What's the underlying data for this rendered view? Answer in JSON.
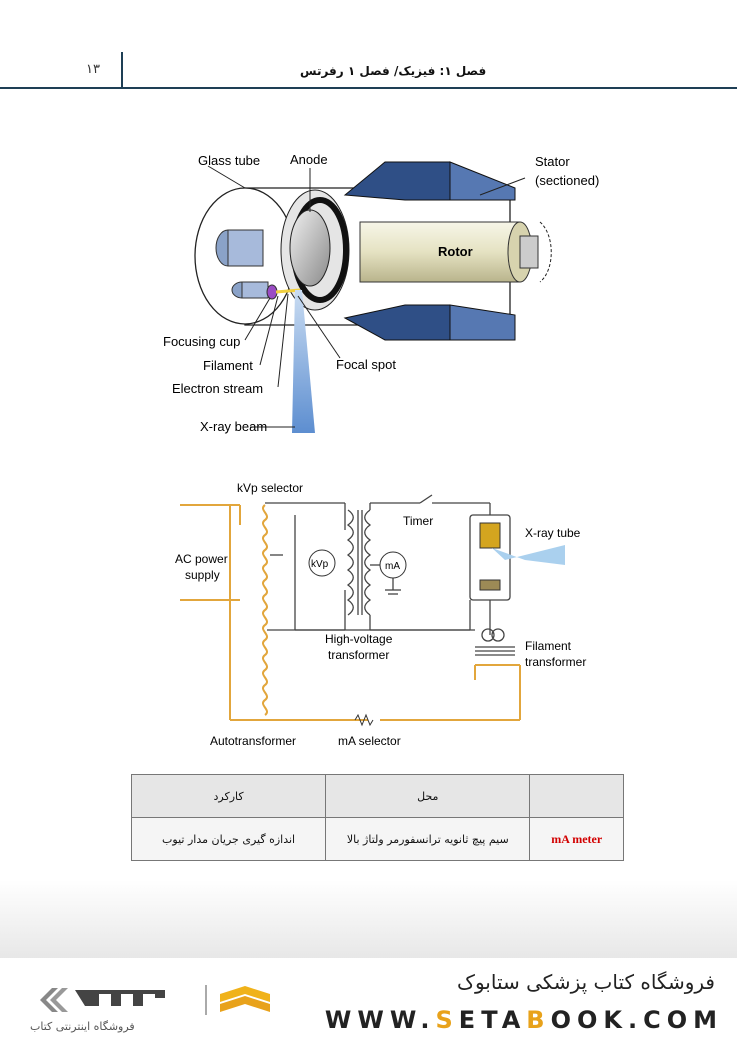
{
  "header": {
    "page_number": "۱۳",
    "chapter_title": "فصل ۱: فیزیک/ فصل ۱ رفرتس"
  },
  "figure1": {
    "labels": {
      "glass_tube": "Glass tube",
      "anode": "Anode",
      "stator": "Stator",
      "stator_sub": "(sectioned)",
      "rotor": "Rotor",
      "focusing_cup": "Focusing cup",
      "filament": "Filament",
      "electron_stream": "Electron stream",
      "focal_spot": "Focal spot",
      "xray_beam": "X-ray beam"
    }
  },
  "figure2": {
    "labels": {
      "kvp_selector": "kVp selector",
      "timer": "Timer",
      "ac_power": "AC power",
      "supply": "supply",
      "kvp": "kVp",
      "ma": "mA",
      "xray_tube": "X-ray tube",
      "high_voltage": "High-voltage",
      "transformer": "transformer",
      "filament": "Filament",
      "filament_transformer": "transformer",
      "autotransformer": "Autotransformer",
      "ma_selector": "mA selector"
    }
  },
  "table": {
    "headers": [
      "",
      "محل",
      "کارکرد"
    ],
    "rows": [
      {
        "name": "mA meter",
        "location": "سیم پیچ ثانویه ترانسفورمر ولتاژ بالا",
        "function": "اندازه گیری جریان مدار تیوب"
      }
    ]
  },
  "footer": {
    "store_name": "فروشگاه کتاب پزشکی ستابوک",
    "website_pre": "WWW.",
    "website_s": "S",
    "website_mid": "ETA",
    "website_b": "B",
    "website_post": "OOK.COM",
    "logo_subtitle": "فروشگاه اینترنتی کتاب"
  }
}
